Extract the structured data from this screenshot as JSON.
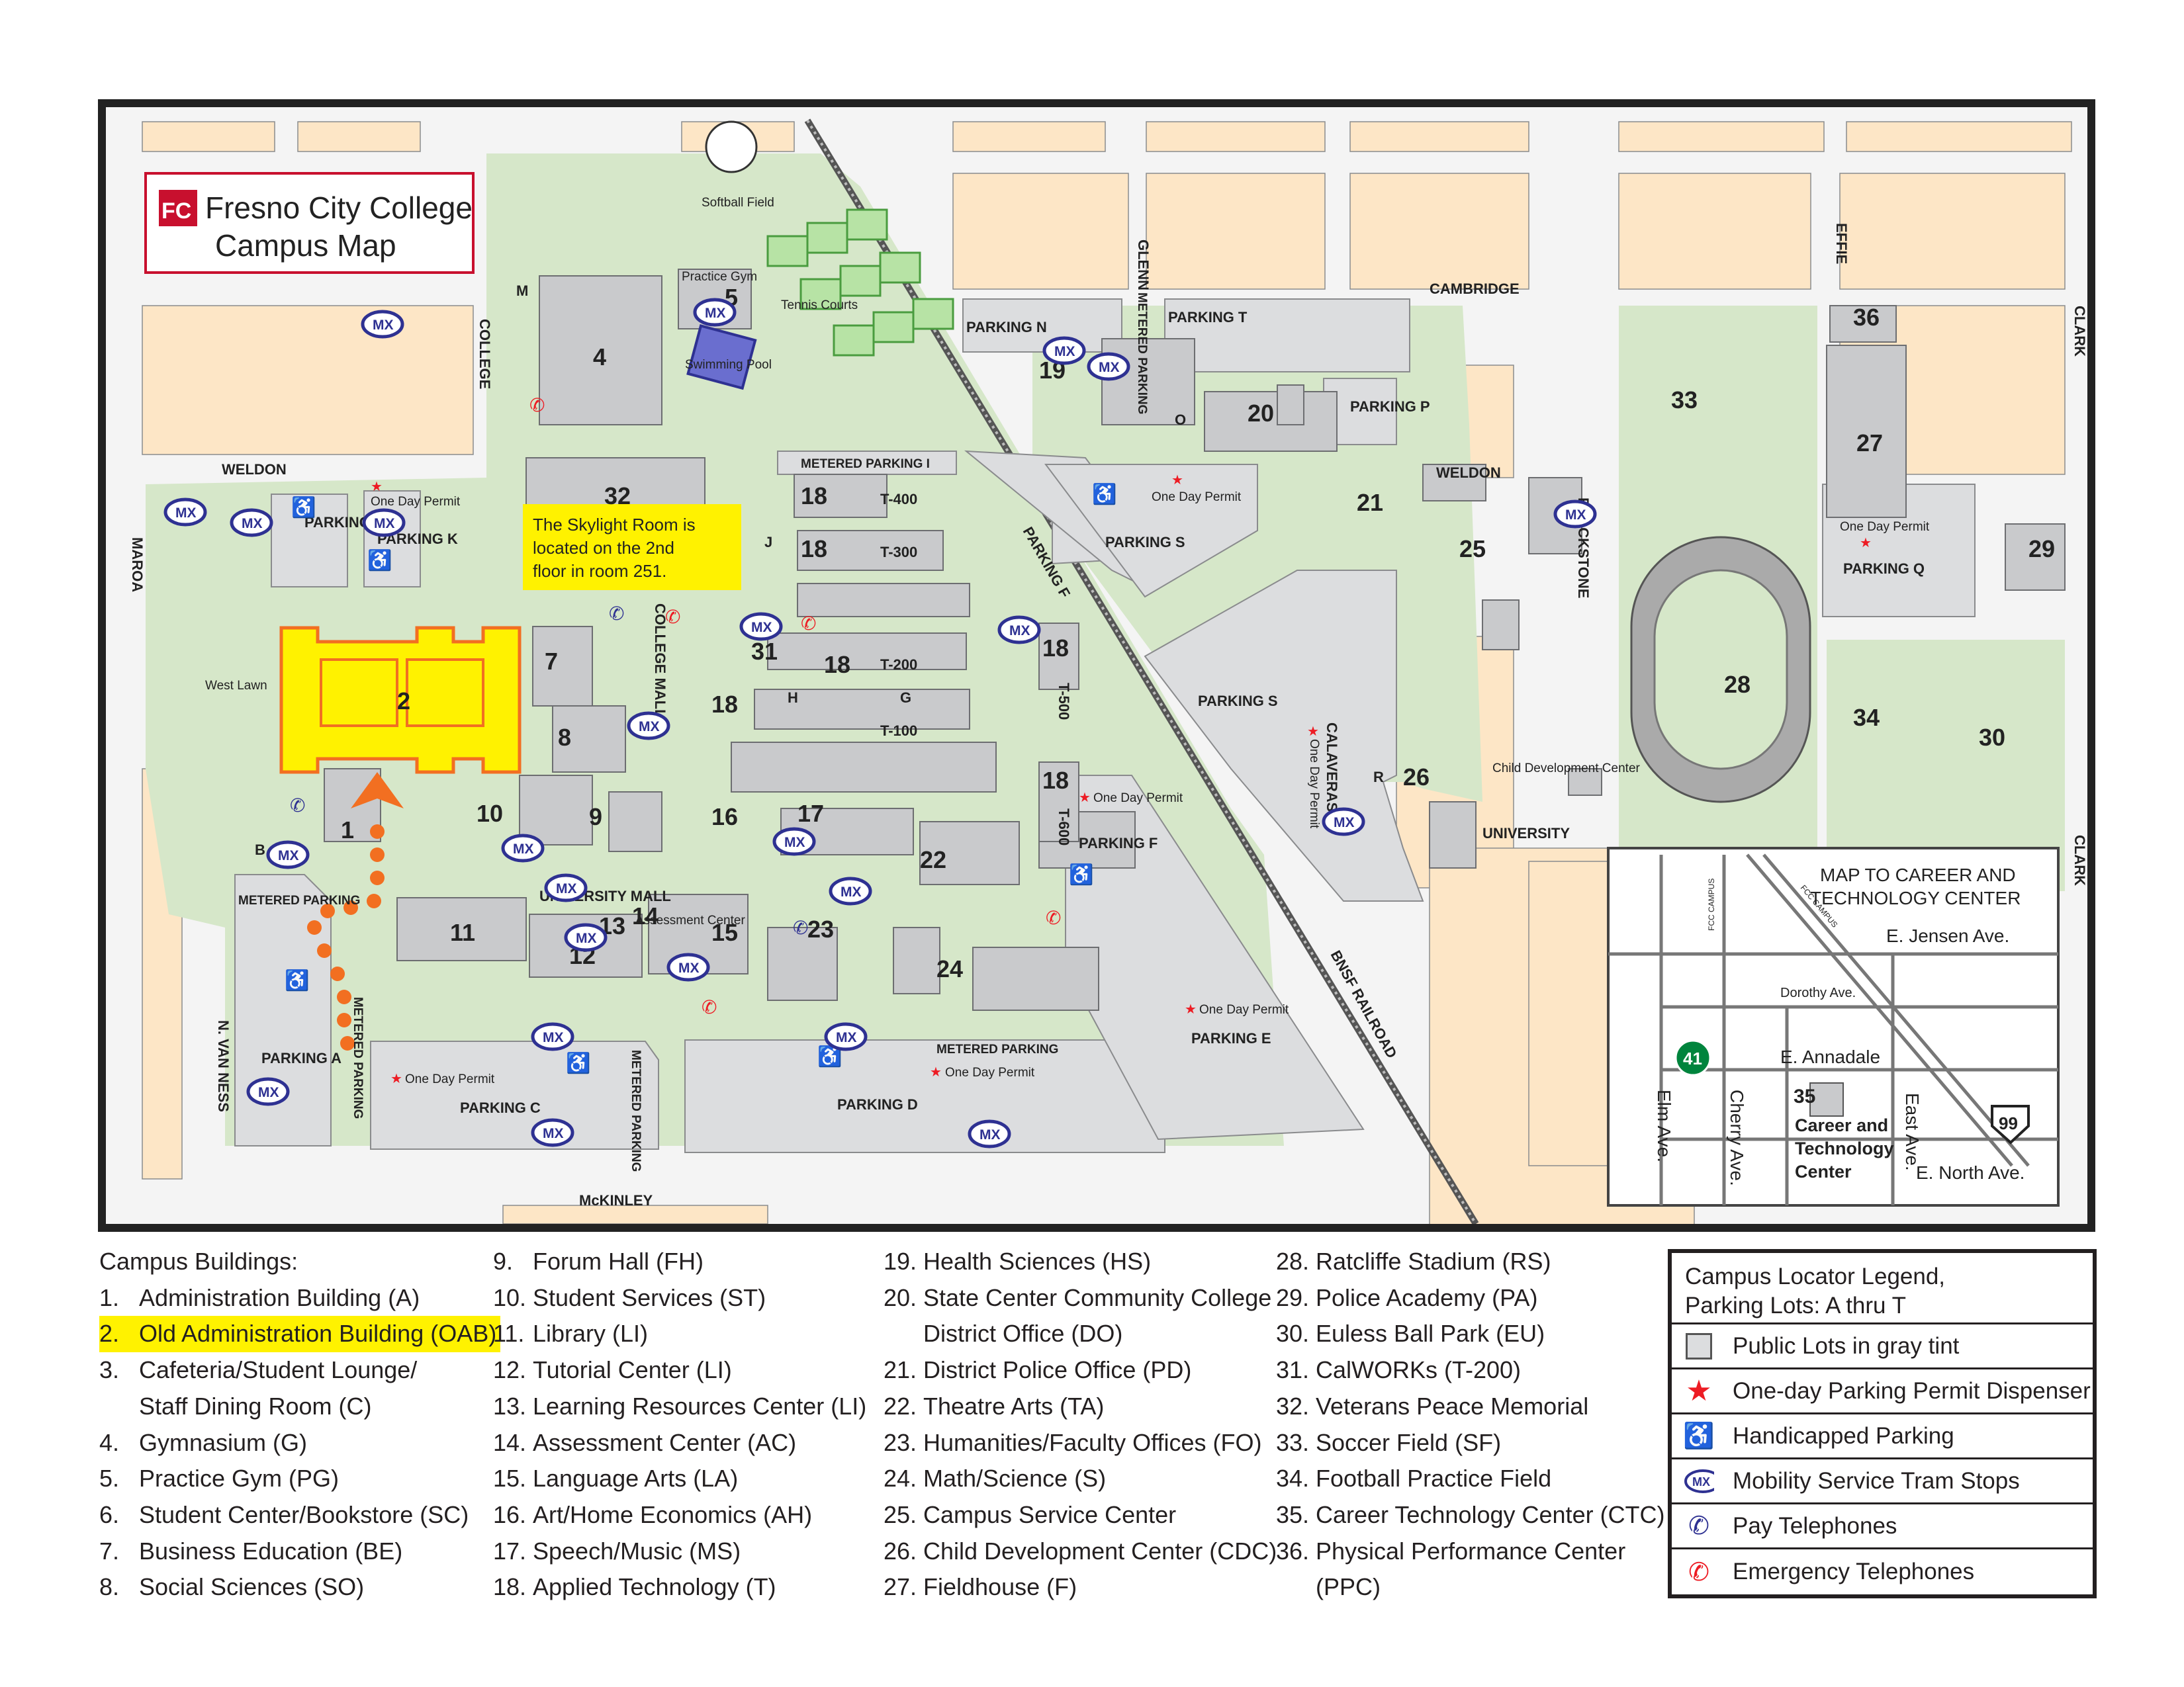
{
  "title": {
    "line1": "Fresno City College",
    "line2": "Campus Map"
  },
  "streets": {
    "weldon_west": "WELDON",
    "weldon_east": "WELDON",
    "college": "COLLEGE",
    "maroa": "MAROA",
    "n_van_ness": "N. VAN NESS",
    "mckinley": "McKINLEY",
    "glenn": "GLENN",
    "cambridge": "CAMBRIDGE",
    "effie": "EFFIE",
    "clark_top": "CLARK",
    "clark_bottom": "CLARK",
    "blackstone": "BLACKSTONE",
    "university": "UNIVERSITY",
    "calaveras": "CALAVERAS",
    "college_mall": "COLLEGE MALL",
    "university_mall": "UNIVERSITY MALL",
    "railroad": "BNSF RAILROAD"
  },
  "map_labels": {
    "softball": "Softball Field",
    "practice_gym": "Practice Gym",
    "tennis": "Tennis Courts",
    "swimming": "Swimming Pool",
    "west_lawn": "West Lawn",
    "assessment": "Assessment Center",
    "child_dev": "Child Development Center",
    "callout": "The Skylight Room is located on the 2nd floor in room 251."
  },
  "buildings": {
    "b1": "1",
    "b2": "2",
    "b4": "4",
    "b5": "5",
    "b7": "7",
    "b8": "8",
    "b9": "9",
    "b10": "10",
    "b11": "11",
    "b12": "12",
    "b13": "13",
    "b14": "14",
    "b15": "15",
    "b16": "16",
    "b17": "17",
    "b18": "18",
    "b19": "19",
    "b20": "20",
    "b21": "21",
    "b22": "22",
    "b23": "23",
    "b24": "24",
    "b25": "25",
    "b26": "26",
    "b27": "27",
    "b28": "28",
    "b29": "29",
    "b30": "30",
    "b31": "31",
    "b32": "32",
    "b33": "33",
    "b34": "34",
    "b36": "36",
    "t400": "T-400",
    "t300": "T-300",
    "t200": "T-200",
    "t100": "T-100",
    "t500": "T-500",
    "t600": "T-600",
    "m": "M",
    "j": "J",
    "h": "H",
    "g": "G",
    "o": "O",
    "r": "R",
    "b": "B"
  },
  "parking": {
    "a": "PARKING A",
    "c": "PARKING C",
    "d": "PARKING D",
    "e": "PARKING E",
    "f_road": "PARKING F",
    "f_lot": "PARKING F",
    "k": "PARKING K",
    "l": "PARKING L",
    "n": "PARKING N",
    "p": "PARKING P",
    "q": "PARKING Q",
    "s_top": "PARKING S",
    "s_mid": "PARKING S",
    "t": "PARKING T",
    "metered": "METERED PARKING",
    "metered_i": "METERED PARKING I",
    "one_day": "One Day Permit"
  },
  "mx": "MX",
  "inset": {
    "title": "MAP TO CAREER AND TECHNOLOGY CENTER",
    "jensen": "E. Jensen Ave.",
    "dorothy": "Dorothy Ave.",
    "annadale": "E. Annadale",
    "north": "E. North Ave.",
    "elm": "Elm Ave.",
    "cherry": "Cherry Ave.",
    "east": "East Ave.",
    "route41": "41",
    "route99": "99",
    "b35": "35",
    "ctc": "Career and Technology Center",
    "fcc_campus_1": "FCC CAMPUS",
    "fcc_campus_2": "FCC CAMPUS"
  },
  "directory": {
    "heading": "Campus Buildings:",
    "col1": [
      {
        "n": "1.",
        "t": "Administration Building (A)"
      },
      {
        "n": "2.",
        "t": "Old Administration Building (OAB)"
      },
      {
        "n": "3.",
        "t": "Cafeteria/Student Lounge/"
      },
      {
        "n": "",
        "t": "Staff Dining Room (C)"
      },
      {
        "n": "4.",
        "t": "Gymnasium (G)"
      },
      {
        "n": "5.",
        "t": "Practice Gym (PG)"
      },
      {
        "n": "6.",
        "t": "Student Center/Bookstore (SC)"
      },
      {
        "n": "7.",
        "t": "Business Education (BE)"
      },
      {
        "n": "8.",
        "t": "Social Sciences (SO)"
      }
    ],
    "col2": [
      {
        "n": "9.",
        "t": "Forum Hall (FH)"
      },
      {
        "n": "10.",
        "t": "Student Services (ST)"
      },
      {
        "n": "11.",
        "t": "Library (LI)"
      },
      {
        "n": "12.",
        "t": "Tutorial Center (LI)"
      },
      {
        "n": "13.",
        "t": "Learning Resources Center (LI)"
      },
      {
        "n": "14.",
        "t": "Assessment Center (AC)"
      },
      {
        "n": "15.",
        "t": "Language Arts (LA)"
      },
      {
        "n": "16.",
        "t": "Art/Home Economics (AH)"
      },
      {
        "n": "17.",
        "t": "Speech/Music (MS)"
      },
      {
        "n": "18.",
        "t": "Applied Technology (T)"
      }
    ],
    "col3": [
      {
        "n": "19.",
        "t": "Health Sciences (HS)"
      },
      {
        "n": "20.",
        "t": "State Center Community College"
      },
      {
        "n": "",
        "t": "District Office (DO)"
      },
      {
        "n": "21.",
        "t": "District Police Office (PD)"
      },
      {
        "n": "22.",
        "t": "Theatre Arts (TA)"
      },
      {
        "n": "23.",
        "t": "Humanities/Faculty Offices (FO)"
      },
      {
        "n": "24.",
        "t": "Math/Science (S)"
      },
      {
        "n": "25.",
        "t": "Campus Service Center"
      },
      {
        "n": "26.",
        "t": "Child Development Center (CDC)"
      },
      {
        "n": "27.",
        "t": "Fieldhouse (F)"
      }
    ],
    "col4": [
      {
        "n": "28.",
        "t": "Ratcliffe Stadium (RS)"
      },
      {
        "n": "29.",
        "t": "Police Academy (PA)"
      },
      {
        "n": "30.",
        "t": "Euless Ball Park (EU)"
      },
      {
        "n": "31.",
        "t": "CalWORKs (T-200)"
      },
      {
        "n": "32.",
        "t": "Veterans Peace Memorial"
      },
      {
        "n": "33.",
        "t": "Soccer Field (SF)"
      },
      {
        "n": "34.",
        "t": "Football Practice Field"
      },
      {
        "n": "35.",
        "t": "Career Technology Center (CTC)"
      },
      {
        "n": "36.",
        "t": "Physical Performance Center"
      },
      {
        "n": "",
        "t": "(PPC)"
      }
    ]
  },
  "legend": {
    "title1": "Campus Locator Legend,",
    "title2": "Parking Lots: A thru T",
    "items": [
      "Public Lots in gray tint",
      "One-day Parking Permit Dispenser",
      "Handicapped Parking",
      "Mobility Service Tram Stops",
      "Pay Telephones",
      "Emergency Telephones"
    ]
  },
  "colors": {
    "highlight": "#fff200",
    "route": "#f26f21",
    "mx": "#2e3192",
    "star": "#ed1c24",
    "green": "#d6e7c9",
    "block": "#fde6c6",
    "lot": "#dcdddf",
    "building": "#c9cacc",
    "brand_red": "#c8102e"
  },
  "icons": [
    "mx-tram-icon",
    "star-permit-icon",
    "handicap-icon",
    "pay-phone-icon",
    "emergency-phone-icon",
    "fcc-logo-icon",
    "route-arrow-icon"
  ]
}
